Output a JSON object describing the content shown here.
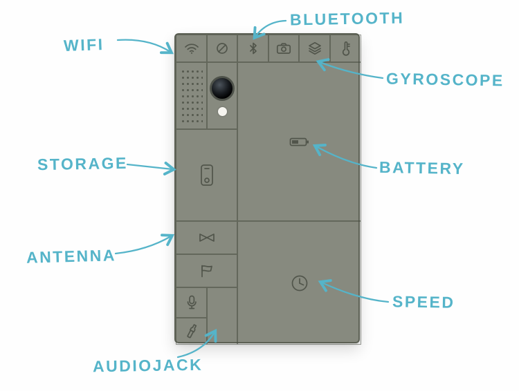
{
  "background_color": "#fefefe",
  "accent_color": "#55b4c9",
  "phone": {
    "body_color": "#878a7f",
    "grid_line_color": "#5f6357",
    "icon_color": "#51554b",
    "top_row_icons": [
      "wifi-icon",
      "no-signal-icon",
      "bluetooth-icon",
      "camera-icon",
      "gyroscope-icon",
      "thermometer-icon"
    ],
    "modules": [
      {
        "name": "speaker",
        "icon": "speaker-grille"
      },
      {
        "name": "camera",
        "icon": "camera-lens-and-flash-led"
      },
      {
        "name": "storage",
        "icon": "storage-icon"
      },
      {
        "name": "battery",
        "icon": "battery-icon"
      },
      {
        "name": "antenna",
        "icon": "antenna-icon"
      },
      {
        "name": "flag",
        "icon": "flag-icon"
      },
      {
        "name": "microphone",
        "icon": "microphone-icon"
      },
      {
        "name": "audiojack",
        "icon": "audiojack-icon"
      },
      {
        "name": "speed",
        "icon": "clock-icon"
      }
    ]
  },
  "labels": {
    "wifi": "WIFI",
    "bluetooth": "BLUETOOTH",
    "gyroscope": "GYROSCOPE",
    "storage": "STORAGE",
    "battery": "BATTERY",
    "antenna": "ANTENNA",
    "speed": "SPEED",
    "audiojack": "AUDIOJACK"
  }
}
